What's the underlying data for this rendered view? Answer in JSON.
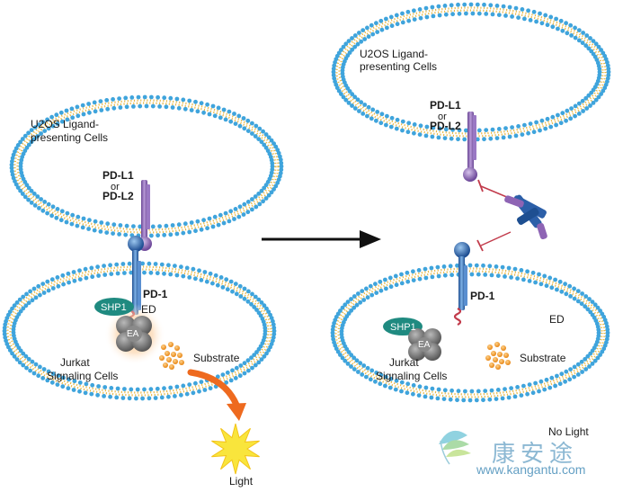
{
  "left_panel": {
    "ligand_cell_label_1": "U2OS Ligand-",
    "ligand_cell_label_2": "presenting Cells",
    "ligand_1": "PD-L1",
    "ligand_or": "or",
    "ligand_2": "PD-L2",
    "receptor": "PD-1",
    "shp1": "SHP1",
    "ed": "ED",
    "ea": "EA",
    "jurkat_1": "Jurkat",
    "jurkat_2": "Signaling Cells",
    "substrate": "Substrate",
    "light": "Light"
  },
  "right_panel": {
    "ligand_cell_label_1": "U2OS Ligand-",
    "ligand_cell_label_2": "presenting Cells",
    "ligand_1": "PD-L1",
    "ligand_or": "or",
    "ligand_2": "PD-L2",
    "receptor": "PD-1",
    "shp1": "SHP1",
    "ed": "ED",
    "ea": "EA",
    "jurkat_1": "Jurkat",
    "jurkat_2": "Signaling Cells",
    "substrate": "Substrate",
    "no_light": "No Light"
  },
  "watermark": {
    "chinese": "康安途",
    "url": "www.kangantu.com"
  },
  "colors": {
    "membrane_head": "#3fa4dc",
    "membrane_tail": "#e9b949",
    "ligand_purple": "#8e64b4",
    "receptor_blue": "#2f6fb5",
    "shp1_teal": "#1f8a80",
    "antibody_blue": "#2c5fa8",
    "arrow_orange": "#ee6a1f",
    "light_yellow": "#f9e53c",
    "inhibit_red": "#c23b4b"
  }
}
